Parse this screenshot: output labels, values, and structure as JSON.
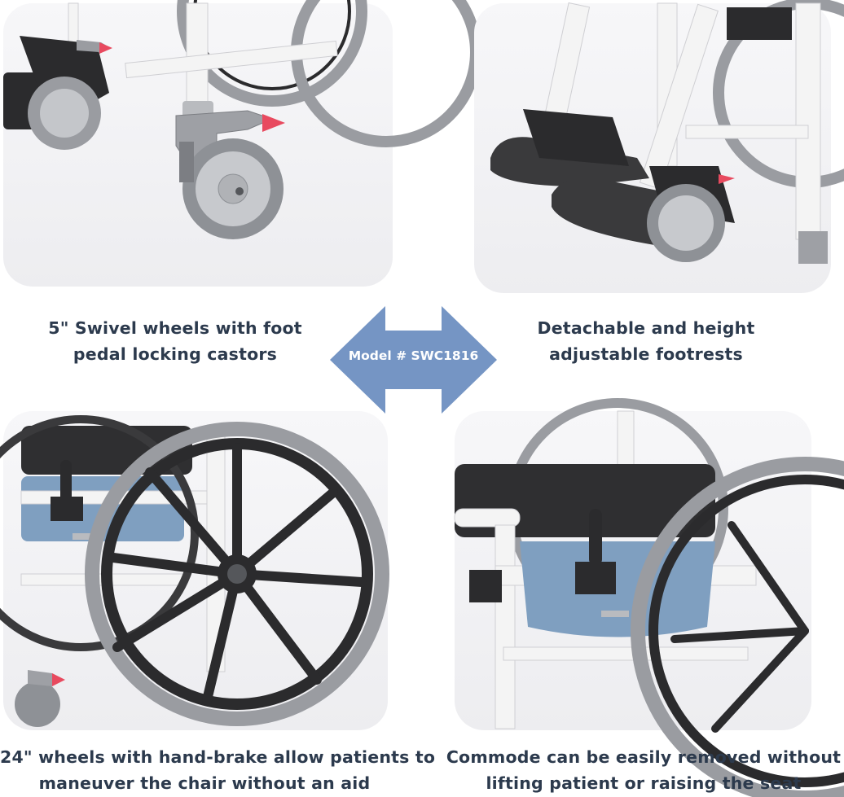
{
  "captions": {
    "swivel_wheels": {
      "line1": "5\" Swivel wheels with foot",
      "line2": "pedal locking castors"
    },
    "footrests": {
      "line1": "Detachable and height",
      "line2": "adjustable footrests"
    },
    "rear_wheels": {
      "line1": "24\" wheels with hand-brake allow patients to",
      "line2": "maneuver the chair without an aid"
    },
    "commode": {
      "line1": "Commode can be easily removed without",
      "line2": "lifting patient or raising the seat"
    }
  },
  "model": {
    "label": "Model # SWC1816"
  },
  "colors": {
    "caption_text": "#2c3a4d",
    "arrow_fill": "#7595c4",
    "frame_white": "#f2f2f2",
    "tire_gray": "#8e9196",
    "black_part": "#2b2b2d",
    "red_pedal": "#e84a5f",
    "commode_blue": "#7f9fc0"
  },
  "icons": {
    "arrow": "double-arrow-icon"
  }
}
